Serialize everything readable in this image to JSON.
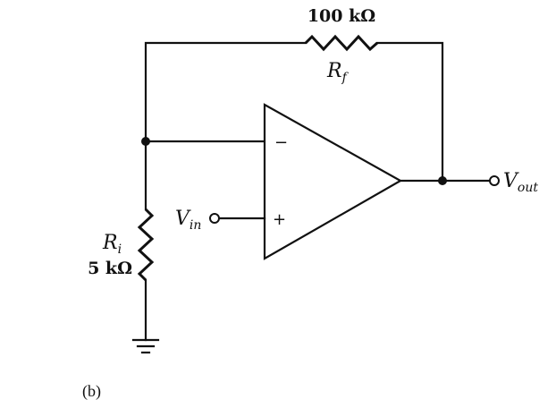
{
  "diagram": {
    "caption": "(b)",
    "feedback_resistor": {
      "value": "100 kΩ",
      "symbol": "R",
      "subscript": "f"
    },
    "input_resistor": {
      "value": "5 kΩ",
      "symbol": "R",
      "subscript": "i"
    },
    "input_terminal": {
      "symbol": "V",
      "subscript": "in"
    },
    "output_terminal": {
      "symbol": "V",
      "subscript": "out"
    },
    "opamp": {
      "inverting_sign": "−",
      "noninverting_sign": "+"
    }
  }
}
